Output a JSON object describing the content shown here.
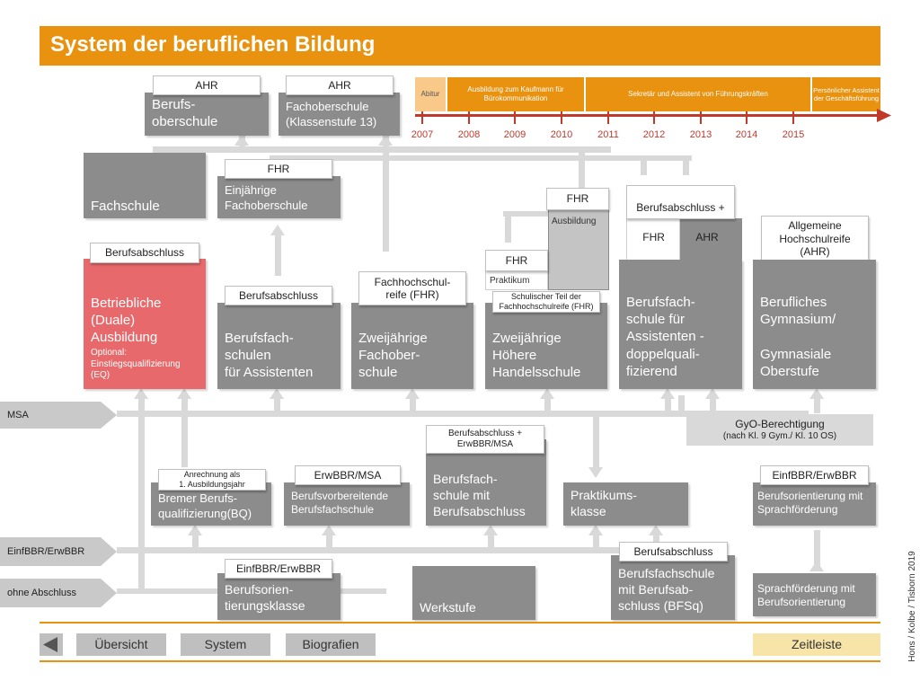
{
  "title": "System der beruflichen Bildung",
  "credit": "Hons / Kolbe / Tisborn 2019",
  "colors": {
    "accent": "#E8920F",
    "timeline_light": "#F9C98A",
    "red": "#E8696B",
    "box": "#8C8C8C",
    "arrow": "#D9D9D9",
    "entry": "#C9C9C9",
    "nav": "#BFBFBF",
    "nav_active": "#F7E4A8",
    "tick_red": "#C0392B"
  },
  "timeline": {
    "segments": [
      {
        "label": "Abitur"
      },
      {
        "label": "Ausbildung zum Kaufmann für Bürokommunikation"
      },
      {
        "label": "Sekretär und Assistent von Führungskräften"
      },
      {
        "label": "Persönlicher Assistent der Geschäftsführung"
      }
    ],
    "years": [
      "2007",
      "2008",
      "2009",
      "2010",
      "2011",
      "2012",
      "2013",
      "2014",
      "2015"
    ]
  },
  "entries": {
    "msa": "MSA",
    "einf": "EinfBBR/ErwBBR",
    "ohne": "ohne Abschluss"
  },
  "boxes": {
    "berufsoberschule": "Berufs-\noberschule",
    "fachoberschule13": "Fachoberschule\n(Klassenstufe 13)",
    "fachschule": "Fachschule",
    "einjaehrige_fos": "Einjährige\nFachoberschule",
    "ausbildung": "Ausbildung",
    "praktikum": "Praktikum",
    "betriebliche": "Betriebliche\n(Duale)\nAusbildung",
    "betriebliche_opt": "Optional:\nEinstiegsqualifizierung\n(EQ)",
    "bfs_assistenten": "Berufsfach-\nschulen\nfür Assistenten",
    "zweij_fos": "Zweijährige\nFachober-\nschule",
    "zweij_hhs": "Zweijährige\nHöhere\nHandelsschule",
    "bfs_doppel": "Berufsfach-\nschule für\nAssistenten -\ndoppelquali-\nfizierend",
    "gymnasium": "Berufliches\nGymnasium/\n\nGymnasiale\nOberstufe",
    "gyo": "GyO-Berechtigung",
    "gyo_sub": "(nach Kl. 9 Gym./  Kl. 10 OS)",
    "bremer_bq": "Bremer Berufs-\nqualifizierung(BQ)",
    "bvbfs": "Berufsvorbereitende\nBerufsfachschule",
    "bfs_abschluss": "Berufsfach-\nschule mit\nBerufsabschluss",
    "praktikumsklasse": "Praktikums-\nklasse",
    "bo_sprach": "Berufsorientierung mit\nSprachförderung",
    "bo_klasse": "Berufsorien-\ntierungsklasse",
    "werkstufe": "Werkstufe",
    "bfsq": "Berufsfachschule\nmit Berufsab-\nschluss (BFSq)",
    "sprach_bo": "Sprachförderung mit\nBerufsorientierung"
  },
  "labels": {
    "ahr1": "AHR",
    "ahr2": "AHR",
    "fhr1": "FHR",
    "fhr2": "FHR",
    "fhr3": "FHR",
    "ba_fhr": "Berufsabschluss +",
    "ba_fhr_fhr": "FHR",
    "ba_fhr_ahr": "AHR",
    "allg_hsr": "Allgemeine\nHochschulreife\n(AHR)",
    "ba1": "Berufsabschluss",
    "ba2": "Berufsabschluss",
    "fachhochschulreife": "Fachhochschul-\nreife (FHR)",
    "schulischer_teil": "Schulischer Teil der\nFachhochschulreife (FHR)",
    "ba_erw": "Berufsabschluss +\nErwBBR/MSA",
    "anrechnung": "Anrechnung als\n1. Ausbildungsjahr",
    "erwbbr_msa": "ErwBBR/MSA",
    "einf_erw1": "EinfBBR/ErwBBR",
    "einf_erw2": "EinfBBR/ErwBBR",
    "ba3": "Berufsabschluss"
  },
  "nav": {
    "back": "back-arrow",
    "uebersicht": "Übersicht",
    "system": "System",
    "biografien": "Biografien",
    "zeitleiste": "Zeitleiste"
  }
}
